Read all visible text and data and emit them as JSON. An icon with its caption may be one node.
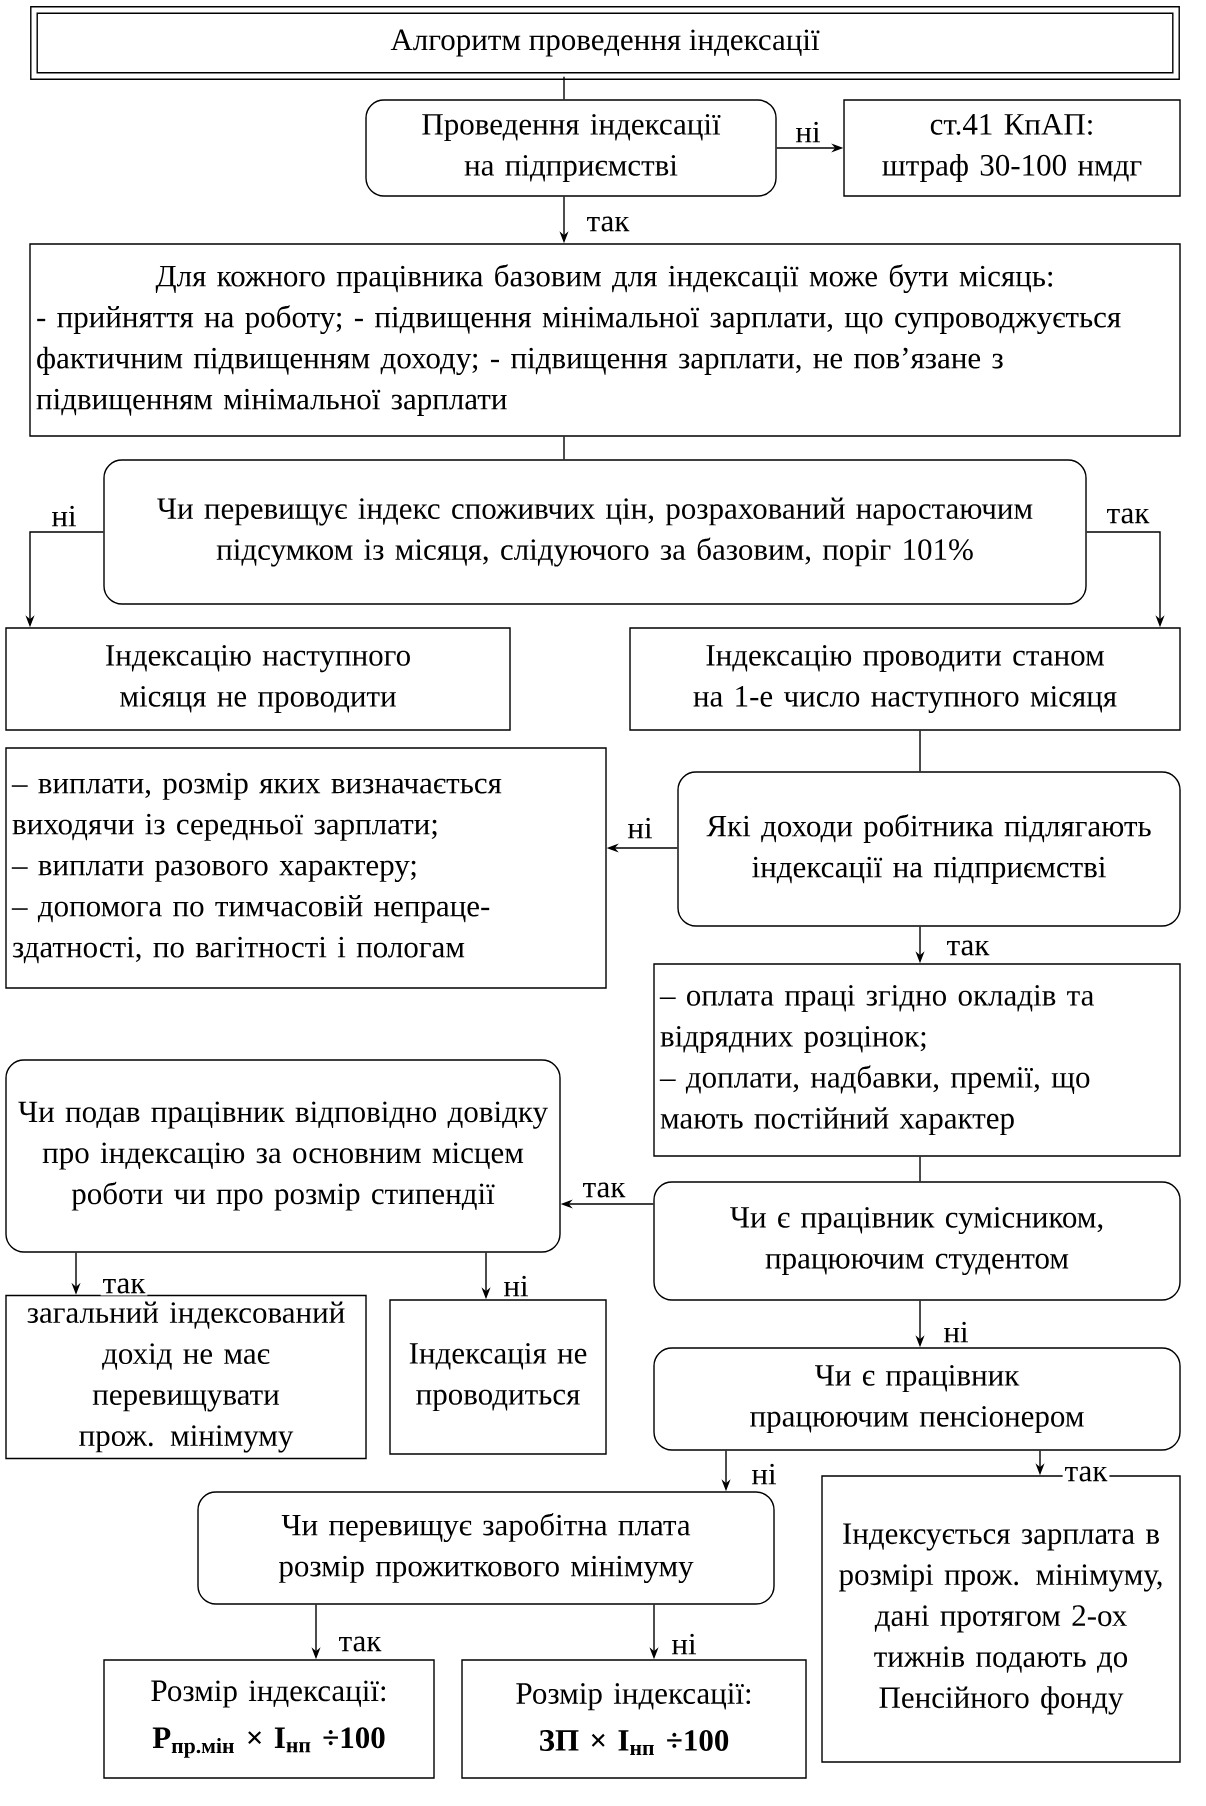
{
  "diagram": {
    "title": "Алгоритм проведення індексації",
    "nodes": [
      {
        "text": [
          "Проведення індексації на підприємстві"
        ]
      },
      {
        "text": [
          "ст.41 КпАП: штраф 30-100 нмдг"
        ]
      },
      {
        "text": [
          "Для кожного працівника базовим для індексації може бути місяць:",
          "- прийняття на роботу; - підвищення мінімальної зарплати, що супроводжується фактичним підвищенням доходу; - підвищення зарплати, не пов’язане з підвищенням мінімальної зарплати"
        ]
      },
      {
        "text": [
          "Чи перевищує  індекс споживчих цін, розрахований наростаючим підсумком із місяця, слідуючого за базовим, поріг 101%"
        ]
      },
      {
        "text": [
          "Індексацію наступного місяця не проводити"
        ]
      },
      {
        "text": [
          "Індексацію проводити станом на  1-е число наступного місяця"
        ]
      },
      {
        "text": [
          "– виплати, розмір яких визначається виходячи із середньої зарплати;",
          "– виплати разового характеру;",
          "– допомога по тимчасовій непраце-здатності, по вагітності і пологам"
        ]
      },
      {
        "text": [
          "Які доходи робітника підлягають індексації на підприємстві"
        ]
      },
      {
        "text": [
          "– оплата праці згідно окладів та відрядних розцінок;",
          "– доплати, надбавки, премії, що мають постійний характер"
        ]
      },
      {
        "text": [
          "Чи подав працівник відповідно довідку про індексацію за основним місцем роботи чи про розмір стипендії"
        ]
      },
      {
        "text": [
          "Чи є працівник сумісником, працюючим студентом"
        ]
      },
      {
        "text": [
          "загальний індексований дохід не має перевищувати прож. мінімуму"
        ]
      },
      {
        "text": [
          "Індексація не проводиться"
        ]
      },
      {
        "text": [
          "Чи є працівник працюючим пенсіонером"
        ]
      },
      {
        "text": [
          "Чи перевищує заробітна плата розмір прожиткового мінімуму"
        ]
      },
      {
        "text": [
          "Розмір індексації:",
          "Р$_{пр.мін}$ × І$_{нп}$ ÷100"
        ]
      },
      {
        "text": [
          "Розмір індексації:",
          "ЗП × І$_{нп}$ ÷100"
        ]
      },
      {
        "text": [
          "Індексується зарплата в розмірі прож. мінімуму, дані протягом 2-ох тижнів подають до Пенсійного фонду"
        ]
      }
    ],
    "edges": [
      {
        "from": null,
        "to": 0,
        "arrow": "none"
      },
      {
        "from": 0,
        "to": 1,
        "arrow": "to",
        "label": "ні"
      },
      {
        "from": 0,
        "to": 2,
        "arrow": "to",
        "label": "так"
      },
      {
        "from": 2,
        "to": 3,
        "arrow": "none"
      },
      {
        "from": 3,
        "to": 4,
        "arrow": "to",
        "label": "ні"
      },
      {
        "from": 3,
        "to": 5,
        "arrow": "to",
        "label": "так"
      },
      {
        "from": 5,
        "to": 7,
        "arrow": "none"
      },
      {
        "from": 7,
        "to": 6,
        "arrow": "to",
        "label": "ні"
      },
      {
        "from": 7,
        "to": 8,
        "arrow": "to",
        "label": "так"
      },
      {
        "from": 8,
        "to": 10,
        "arrow": "none"
      },
      {
        "from": 10,
        "to": 9,
        "arrow": "to",
        "label": "так"
      },
      {
        "from": 9,
        "to": 11,
        "arrow": "to",
        "label": "так"
      },
      {
        "from": 9,
        "to": 12,
        "arrow": "to",
        "label": "ні"
      },
      {
        "from": 10,
        "to": 13,
        "arrow": "to",
        "label": "ні"
      },
      {
        "from": 13,
        "to": 14,
        "arrow": "to",
        "label": "ні"
      },
      {
        "from": 13,
        "to": 17,
        "arrow": "to",
        "label": "так"
      },
      {
        "from": 14,
        "to": 15,
        "arrow": "to",
        "label": "так"
      },
      {
        "from": 14,
        "to": 16,
        "arrow": "to",
        "label": "ні"
      }
    ]
  }
}
